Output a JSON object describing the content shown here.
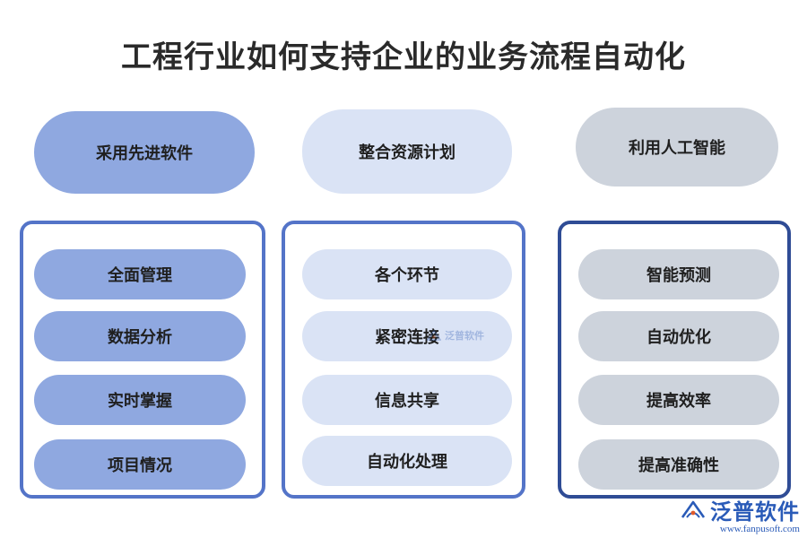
{
  "title": "工程行业如何支持企业的业务流程自动化",
  "columns": [
    {
      "header": "采用先进软件",
      "items": [
        "全面管理",
        "数据分析",
        "实时掌握",
        "项目情况"
      ]
    },
    {
      "header": "整合资源计划",
      "items": [
        "各个环节",
        "紧密连接",
        "信息共享",
        "自动化处理"
      ]
    },
    {
      "header": "利用人工智能",
      "items": [
        "智能预测",
        "自动优化",
        "提高效率",
        "提高准确性"
      ]
    }
  ],
  "watermark": {
    "center_text": "泛普软件",
    "brand_name": "泛普软件",
    "brand_url": "www.fanpusoft.com"
  },
  "colors": {
    "col1_fill": "#8fa8e0",
    "col2_fill": "#dae3f5",
    "col3_fill": "#cdd3dc",
    "col1_border": "#5474c8",
    "col2_border": "#5474c8",
    "col3_border": "#2f4c95",
    "brand": "#2a5bb8"
  }
}
